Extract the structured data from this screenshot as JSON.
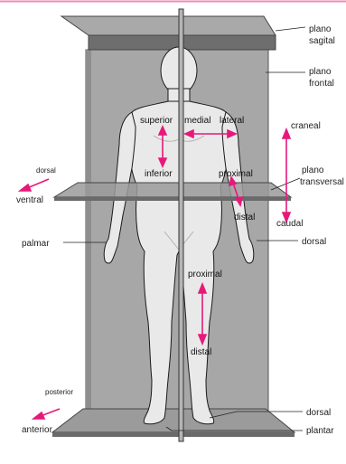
{
  "colors": {
    "accent": "#e6197a",
    "plane_fill": "#a7a7a7",
    "plane_dark": "#6f6f6f",
    "body_fill": "#e9e9e9",
    "outline": "#1a1a1a"
  },
  "labels": {
    "plano_sagital": [
      "plano",
      "sagital"
    ],
    "plano_frontal": [
      "plano",
      "frontal"
    ],
    "craneal": "craneal",
    "plano_transversal": [
      "plano",
      "transversal"
    ],
    "caudal": "caudal",
    "superior": "superior",
    "medial": "medial",
    "lateral": "lateral",
    "inferior": "inferior",
    "proximal_arm": "proximal",
    "distal_arm": "distal",
    "dorsal_left": "dorsal",
    "ventral": "ventral",
    "palmar": "palmar",
    "dorsal_hand": "dorsal",
    "proximal_leg": "proximal",
    "distal_leg": "distal",
    "posterior": "posterior",
    "anterior": "anterior",
    "dorsal_foot": "dorsal",
    "plantar": "plantar"
  }
}
